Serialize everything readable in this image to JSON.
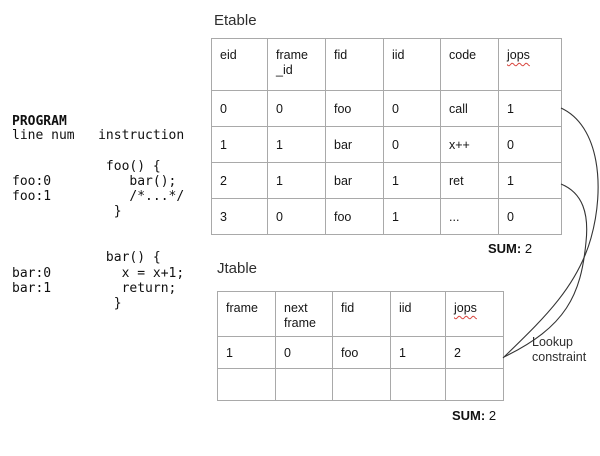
{
  "program": {
    "title": "PROGRAM",
    "listing": [
      "line num   instruction",
      "",
      "            foo() {",
      "foo:0          bar();",
      "foo:1          /*...*/",
      "             }",
      "",
      "",
      "            bar() {",
      "bar:0         x = x+1;",
      "bar:1         return;",
      "             }"
    ]
  },
  "etable": {
    "title": "Etable",
    "headers": [
      "eid",
      "frame\n_id",
      "fid",
      "iid",
      "code",
      "jops"
    ],
    "rows": [
      [
        "0",
        "0",
        "foo",
        "0",
        "call",
        "1"
      ],
      [
        "1",
        "1",
        "bar",
        "0",
        "x++",
        "0"
      ],
      [
        "2",
        "1",
        "bar",
        "1",
        "ret",
        "1"
      ],
      [
        "3",
        "0",
        "foo",
        "1",
        "...",
        "0"
      ]
    ],
    "sum_label": "SUM:",
    "sum_value": "2"
  },
  "jtable": {
    "title": "Jtable",
    "headers": [
      "frame",
      "next\nframe",
      "fid",
      "iid",
      "jops"
    ],
    "rows": [
      [
        "1",
        "0",
        "foo",
        "1",
        "2"
      ],
      [
        "",
        "",
        "",
        "",
        ""
      ]
    ],
    "sum_label": "SUM:",
    "sum_value": "2"
  },
  "annotation": {
    "lookup_constraint": "Lookup\nconstraint"
  },
  "colors": {
    "table_border": "#a9a9a9",
    "table_outer_border": "#8d8d8d",
    "text": "#141414",
    "spellcheck_squiggle": "#d8443c",
    "connector_line": "#333333"
  }
}
